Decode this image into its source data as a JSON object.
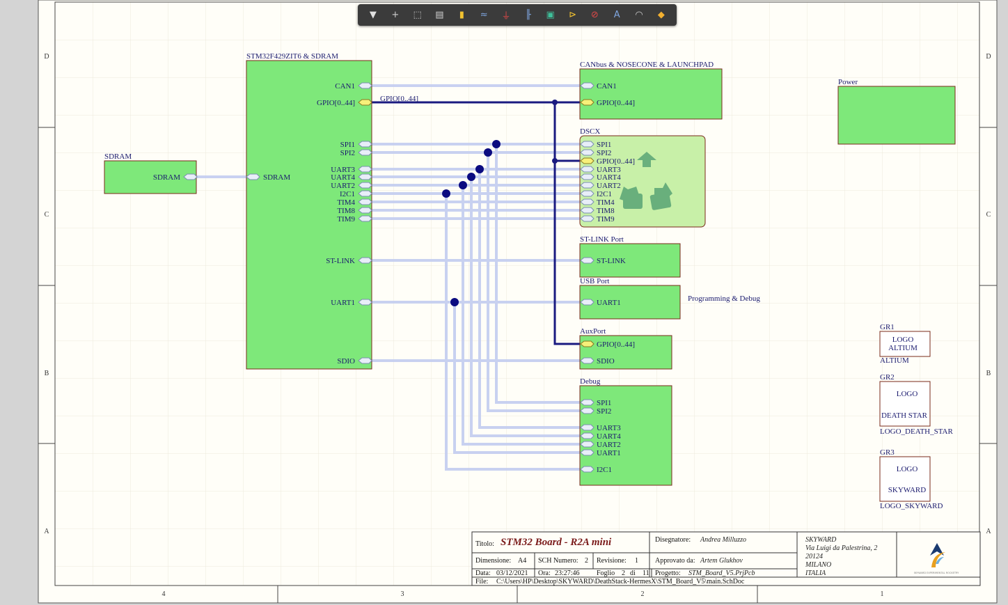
{
  "toolbar": {
    "tools": [
      {
        "name": "filter",
        "glyph": "▼",
        "color": "#e0e0e0"
      },
      {
        "name": "crosshair",
        "glyph": "+",
        "color": "#cfcfcf"
      },
      {
        "name": "select-rect",
        "glyph": "⬚",
        "color": "#cfcfcf"
      },
      {
        "name": "align",
        "glyph": "▤",
        "color": "#cfcfcf"
      },
      {
        "name": "component",
        "glyph": "▮",
        "color": "#f2c230"
      },
      {
        "name": "wire",
        "glyph": "≈",
        "color": "#7fa6e0"
      },
      {
        "name": "power-port",
        "glyph": "⏚",
        "color": "#e04848"
      },
      {
        "name": "bus",
        "glyph": "╟",
        "color": "#7fa6e0"
      },
      {
        "name": "sheet-symbol",
        "glyph": "▣",
        "color": "#3fbf9a"
      },
      {
        "name": "port",
        "glyph": "⊳",
        "color": "#f2c230"
      },
      {
        "name": "no-erc",
        "glyph": "⊘",
        "color": "#e04848"
      },
      {
        "name": "text",
        "glyph": "A",
        "color": "#7fa6e0"
      },
      {
        "name": "arc",
        "glyph": "◠",
        "color": "#cfcfcf"
      },
      {
        "name": "probe",
        "glyph": "◆",
        "color": "#f2b030"
      }
    ]
  },
  "zones": {
    "rows": [
      "D",
      "C",
      "B",
      "A"
    ],
    "cols": [
      "4",
      "3",
      "2",
      "1"
    ]
  },
  "sheets": {
    "sdram_small": {
      "title": "SDRAM",
      "port": "SDRAM"
    },
    "stm32": {
      "title": "STM32F429ZIT6 & SDRAM",
      "ports": {
        "can1": "CAN1",
        "gpio": "GPIO[0..44]",
        "spi1": "SPI1",
        "spi2": "SPI2",
        "uart3": "UART3",
        "uart4": "UART4",
        "uart2": "UART2",
        "i2c1": "I2C1",
        "tim4": "TIM4",
        "tim8": "TIM8",
        "tim9": "TIM9",
        "stlink": "ST-LINK",
        "uart1": "UART1",
        "sdio": "SDIO",
        "sdram": "SDRAM"
      }
    },
    "canbus": {
      "title": "CANbus & NOSECONE & LAUNCHPAD",
      "ports": {
        "can1": "CAN1",
        "gpio": "GPIO[0..44]"
      }
    },
    "dscx": {
      "title": "DSCX",
      "ports": [
        "SPI1",
        "SPI2",
        "GPIO[0..44]",
        "UART3",
        "UART4",
        "UART2",
        "I2C1",
        "TIM4",
        "TIM8",
        "TIM9"
      ]
    },
    "stlink": {
      "title": "ST-LINK Port",
      "port": "ST-LINK"
    },
    "usb": {
      "title": "USB Port",
      "port": "UART1"
    },
    "auxport": {
      "title": "AuxPort",
      "ports": {
        "gpio": "GPIO[0..44]",
        "sdio": "SDIO"
      }
    },
    "debug": {
      "title": "Debug",
      "ports": [
        "SPI1",
        "SPI2",
        "UART3",
        "UART4",
        "UART2",
        "UART1",
        "I2C1"
      ]
    },
    "power": {
      "title": "Power"
    }
  },
  "net_label_gpio": "GPIO[0..44]",
  "note_programming": "Programming & Debug",
  "logos": [
    {
      "ref": "GR1",
      "line1": "LOGO",
      "line2": "ALTIUM",
      "comment": "ALTIUM"
    },
    {
      "ref": "GR2",
      "line1": "LOGO",
      "line2": "DEATH STAR",
      "comment": "LOGO_DEATH_STAR"
    },
    {
      "ref": "GR3",
      "line1": "LOGO",
      "line2": "SKYWARD",
      "comment": "LOGO_SKYWARD"
    }
  ],
  "titleblock": {
    "titolo_label": "Titolo:",
    "titolo": "STM32 Board - R2A mini",
    "disegnatore_label": "Disegnatore:",
    "disegnatore": "Andrea Milluzzo",
    "dimensione_label": "Dimensione:",
    "dimensione": "A4",
    "sch_label": "SCH Numero:",
    "sch": "2",
    "revisione_label": "Revisione:",
    "revisione": "1",
    "approvato_label": "Approvato da:",
    "approvato": "Artem Glukhov",
    "data_label": "Data:",
    "data": "03/12/2021",
    "ora_label": "Ora:",
    "ora": "23:27:46",
    "foglio_label": "Foglio",
    "foglio": "2",
    "di_label": "di",
    "di": "11",
    "progetto_label": "Progetto:",
    "progetto": "STM_Board_V5.PrjPcb",
    "file_label": "File:",
    "file": "C:\\Users\\HP\\Desktop\\SKYWARD\\DeathStack-HermesX\\STM_Board_V5\\main.SchDoc",
    "company": [
      "SKYWARD",
      "Via Luigi da Palestrina, 2",
      "20124",
      "MILANO",
      "ITALIA"
    ],
    "company_logo_caption": "SKYWARD EXPERIMENTAL ROCKETRY"
  },
  "colors": {
    "sheet_fill": "#7ee87a",
    "sheet_border": "#7a2a1a",
    "bus": "#1a1a80",
    "wire_highlight": "#c9d1f0",
    "background": "#fffef8"
  }
}
